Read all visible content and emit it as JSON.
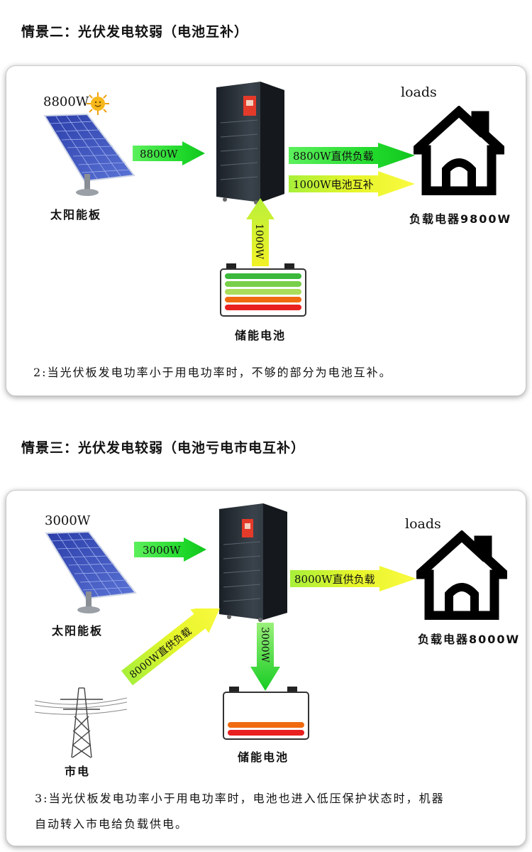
{
  "scene2": {
    "title": "情景二：光伏发电较弱（电池互补）",
    "solar_power": "8800W",
    "solar_label": "太阳能板",
    "arrow_solar": "8800W",
    "arrow_load_direct": "8800W直供负载",
    "arrow_load_battery": "1000W电池互补",
    "arrow_battery_up": "1000W",
    "loads_label": "loads",
    "load_label": "负载电器9800W",
    "battery_label": "储能电池",
    "caption": "2:当光伏板发电功率小于用电功率时，不够的部分为电池互补。"
  },
  "scene3": {
    "title": "情景三：光伏发电较弱（电池亏电市电互补）",
    "solar_power": "3000W",
    "solar_label": "太阳能板",
    "arrow_solar": "3000W",
    "arrow_load_direct": "8000W直供负载",
    "arrow_grid": "8000W直供负载",
    "arrow_battery_down": "3000W",
    "loads_label": "loads",
    "load_label": "负载电器8000W",
    "battery_label": "储能电池",
    "grid_label": "市电",
    "caption_line1": "3:当光伏板发电功率小于用电功率时，电池也进入低压保护状态时，机器",
    "caption_line2": "自动转入市电给负载供电。"
  },
  "colors": {
    "arrow_green": "#22e02a",
    "arrow_yellow": "#f2f226",
    "house": "#000000",
    "battery_red": "#e82020",
    "battery_orange": "#f06a10",
    "battery_green": "#3cb83c"
  }
}
